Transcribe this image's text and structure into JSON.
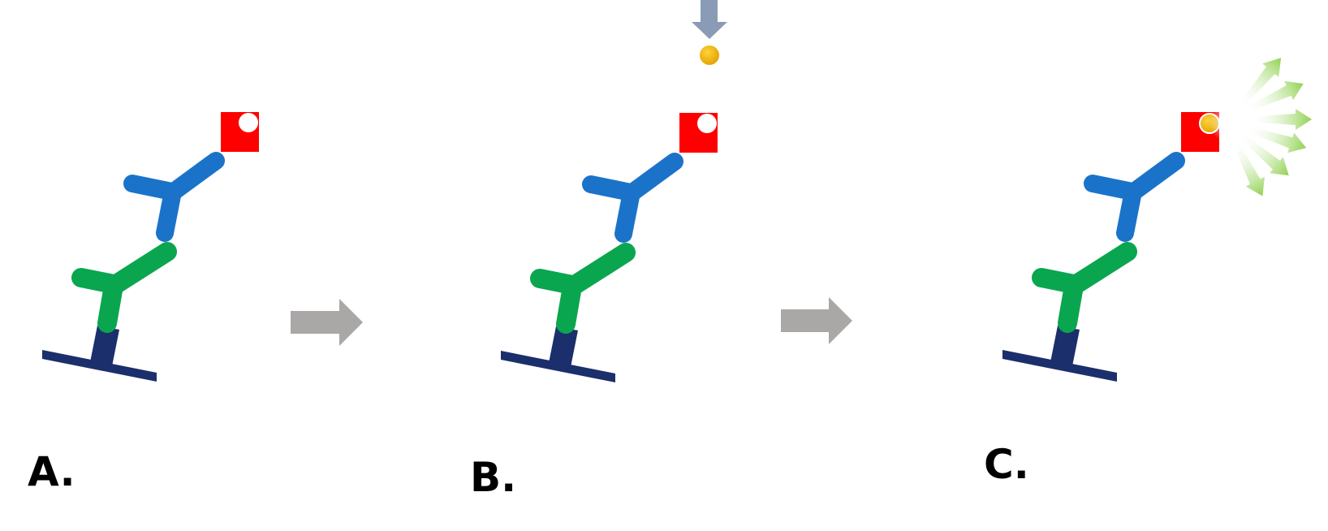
{
  "panels": [
    {
      "label": "A."
    },
    {
      "label": "B."
    },
    {
      "label": "C."
    }
  ],
  "colors": {
    "surface": "#1a2f6b",
    "capture_antibody": "#0aa64f",
    "detection_antibody": "#1b73c9",
    "enzyme_label": "#ff0000",
    "substrate": "#f2b705",
    "process_arrow": "#aaa7a7",
    "addition_arrow": "#8a9cb5",
    "light_emission": "#8fd14f"
  },
  "icons": [
    "surface-bar-icon",
    "capture-antibody-icon",
    "detection-antibody-icon",
    "enzyme-label-icon",
    "substrate-icon",
    "step-arrow-icon",
    "substrate-addition-arrow-icon",
    "light-emission-icon"
  ]
}
